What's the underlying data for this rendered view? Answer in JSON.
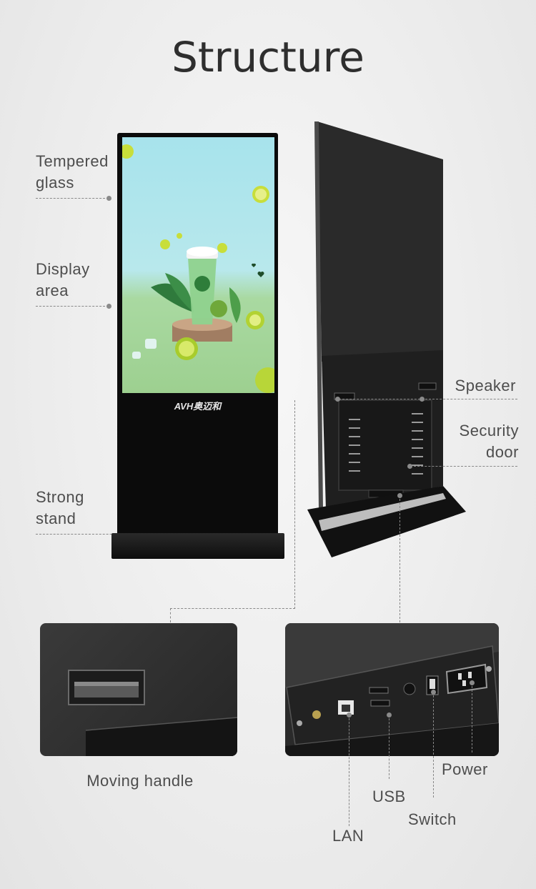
{
  "title": "Structure",
  "labels": {
    "tempered_glass": [
      "Tempered",
      "glass"
    ],
    "display_area": [
      "Display",
      "area"
    ],
    "strong_stand": [
      "Strong",
      "stand"
    ],
    "speaker": "Speaker",
    "security_door": [
      "Security",
      "door"
    ],
    "moving_handle": "Moving handle",
    "power": "Power",
    "usb": "USB",
    "switch": "Switch",
    "lan": "LAN"
  },
  "brand_text": "AVH奥迈和",
  "colors": {
    "background": "#ececec",
    "kiosk_body": "#0b0b0b",
    "screen_sky": "#a7e3ec",
    "screen_grass": "#9dd090",
    "text": "#4d4d4d",
    "title": "#2e2e2e"
  }
}
